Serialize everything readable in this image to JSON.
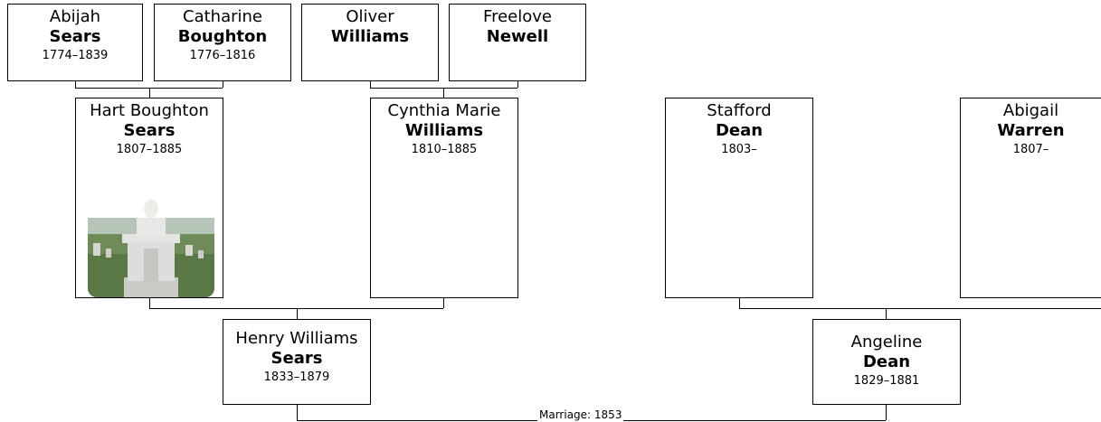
{
  "people": {
    "abijah": {
      "given": "Abijah",
      "surname": "Sears",
      "dates": "1774–1839"
    },
    "catharine": {
      "given": "Catharine",
      "surname": "Boughton",
      "dates": "1776–1816"
    },
    "oliver": {
      "given": "Oliver",
      "surname": "Williams",
      "dates": ""
    },
    "freelove": {
      "given": "Freelove",
      "surname": "Newell",
      "dates": ""
    },
    "hart": {
      "given": "Hart Boughton",
      "surname": "Sears",
      "dates": "1807–1885"
    },
    "cynthia": {
      "given": "Cynthia Marie",
      "surname": "Williams",
      "dates": "1810–1885"
    },
    "stafford": {
      "given": "Stafford",
      "surname": "Dean",
      "dates": "1803–"
    },
    "abigail": {
      "given": "Abigail",
      "surname": "Warren",
      "dates": "1807–"
    },
    "henry": {
      "given": "Henry Williams",
      "surname": "Sears",
      "dates": "1833–1879"
    },
    "angeline": {
      "given": "Angeline",
      "surname": "Dean",
      "dates": "1829–1881"
    }
  },
  "marriage_label": "Marriage: 1853"
}
